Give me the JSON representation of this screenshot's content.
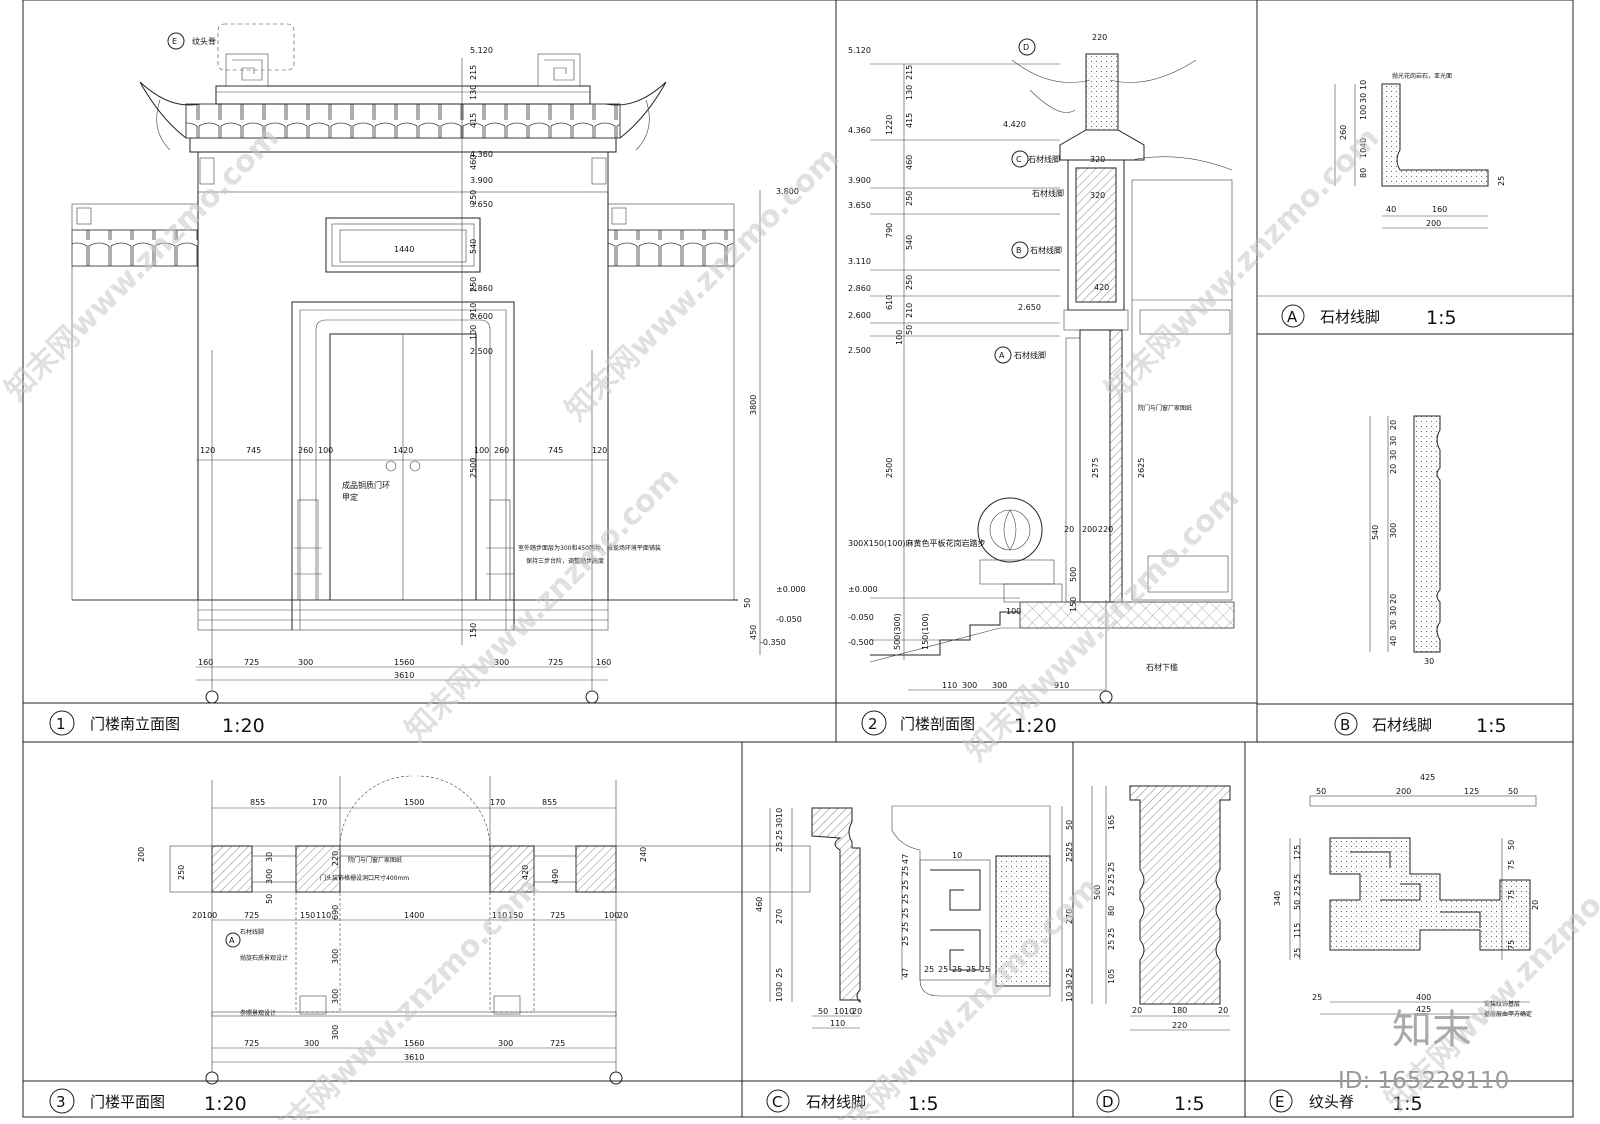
{
  "panels": [
    {
      "num": "1",
      "title": "门楼南立面图",
      "scale": "1:20"
    },
    {
      "num": "2",
      "title": "门楼剖面图",
      "scale": "1:20"
    },
    {
      "num": "A",
      "title": "石材线脚",
      "scale": "1:5"
    },
    {
      "num": "B",
      "title": "石材线脚",
      "scale": "1:5"
    },
    {
      "num": "3",
      "title": "门楼平面图",
      "scale": "1:20"
    },
    {
      "num": "C",
      "title": "石材线脚",
      "scale": "1:5"
    },
    {
      "num": "D",
      "title": "",
      "scale": "1:5"
    },
    {
      "num": "E",
      "title": "纹头脊",
      "scale": "1:5"
    }
  ],
  "elevation": {
    "callout_e": "E",
    "callout_e_text": "纹头脊",
    "levels": [
      "5.120",
      "4.360",
      "3.900",
      "3.650",
      "3.800",
      "2.860",
      "2.600",
      "2.500",
      "±0.000",
      "-0.050",
      "-0.350"
    ],
    "vdims": [
      "215",
      "130",
      "415",
      "460",
      "250",
      "540",
      "250",
      "210",
      "100",
      "2500",
      "50",
      "150",
      "3800",
      "450"
    ],
    "top_dims": [
      "120",
      "745",
      "260",
      "100",
      "1420",
      "100",
      "260",
      "745",
      "120"
    ],
    "bottom_dims": [
      "160",
      "725",
      "300",
      "1560",
      "300",
      "725",
      "160"
    ],
    "total": "3610",
    "window_dim": "1440",
    "note_door": "成品铜质门环",
    "note_door2": "甲定",
    "note_step1": "室外踏步面层为300和450两种，按现场环境平面铺装",
    "note_step2": "保持三步台阶，调整踏步高度"
  },
  "section": {
    "callouts": [
      "D",
      "C",
      "B",
      "A"
    ],
    "levels": [
      "5.120",
      "4.420",
      "4.360",
      "3.900",
      "3.650",
      "3.110",
      "2.860",
      "2.600",
      "2.650",
      "2.500",
      "±0.000",
      "-0.050",
      "-0.500"
    ],
    "vdims": [
      "220",
      "215",
      "130",
      "415",
      "1220",
      "460",
      "250",
      "790",
      "540",
      "250",
      "610",
      "210",
      "50",
      "100",
      "2500",
      "2575",
      "2625",
      "500",
      "150"
    ],
    "labels": [
      "石材线脚",
      "石材线脚",
      "石材线脚",
      "石材线脚",
      "石材下槛",
      "院门与门窗厂家图纸",
      "300X150(100)麻黄色平板花岗岩踏步",
      "320",
      "320",
      "420",
      "20",
      "200",
      "220"
    ],
    "bottom_dims": [
      "110",
      "300",
      "300",
      "910"
    ],
    "step_dims": [
      "500(300)",
      "150(100)",
      "100"
    ]
  },
  "detailA": {
    "note": "抛光花岗岩石，亚光面",
    "vdims": [
      "10",
      "30",
      "100",
      "40",
      "10",
      "80",
      "25",
      "260"
    ],
    "hdims": [
      "40",
      "160",
      "200"
    ]
  },
  "detailB": {
    "vdims": [
      "20",
      "30",
      "30",
      "20",
      "300",
      "20",
      "30",
      "30",
      "40",
      "540"
    ],
    "hdims": [
      "30"
    ]
  },
  "plan": {
    "top_dims": [
      "855",
      "170",
      "1500",
      "170",
      "855"
    ],
    "mid_dims": [
      "20",
      "100",
      "150",
      "110",
      "1400",
      "110",
      "150",
      "100",
      "20",
      "725",
      "725"
    ],
    "left_dims": [
      "200",
      "250",
      "30",
      "300",
      "50",
      "220",
      "690",
      "300",
      "300",
      "300"
    ],
    "right_dims": [
      "240",
      "420",
      "490"
    ],
    "bottom_dims": [
      "725",
      "300",
      "1560",
      "300",
      "725"
    ],
    "total": "3610",
    "notes": [
      "院门与门窗厂家图纸",
      "门头装饰格栅设洞口尺寸400mm",
      "石材线脚",
      "抛旋石质景观设计",
      "参照景观设计"
    ],
    "callout_a": "A"
  },
  "detailC": {
    "vdims": [
      "10",
      "30",
      "25",
      "25",
      "270",
      "25",
      "30",
      "10",
      "460"
    ],
    "hdims": [
      "50",
      "10",
      "10",
      "20",
      "110"
    ],
    "vdims2": [
      "47",
      "25",
      "25",
      "25",
      "25",
      "25",
      "25",
      "47",
      "10",
      "50",
      "25",
      "25",
      "270",
      "30",
      "25",
      "10"
    ],
    "hdims2": [
      "25",
      "25",
      "25",
      "25",
      "25"
    ]
  },
  "detailD": {
    "vdims": [
      "165",
      "25",
      "25",
      "25",
      "80",
      "25",
      "25",
      "105",
      "500"
    ],
    "hdims": [
      "20",
      "180",
      "20",
      "220"
    ]
  },
  "detailE": {
    "top_dims": [
      "425",
      "50",
      "200",
      "125",
      "50"
    ],
    "left_dims": [
      "125",
      "25",
      "25",
      "50",
      "115",
      "25",
      "340"
    ],
    "right_dims": [
      "50",
      "75",
      "75",
      "75",
      "20"
    ],
    "bottom_dims": [
      "400",
      "425"
    ],
    "notes": [
      "安装纹饰基层",
      "基层层由甲方确定"
    ],
    "bot_left": "25"
  },
  "watermark": {
    "brand": "知末网www.znzmo.com",
    "logo": "知末",
    "id": "ID: 165228110"
  }
}
